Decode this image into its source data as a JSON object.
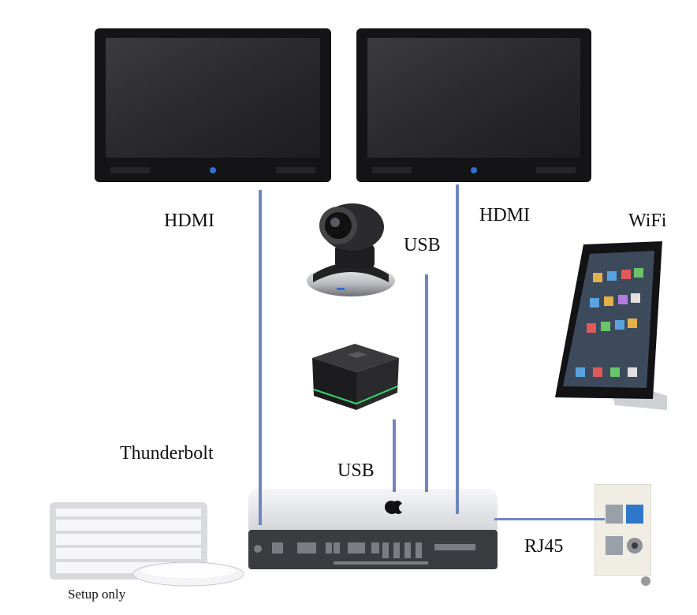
{
  "labels": {
    "hdmi_left": "HDMI",
    "hdmi_right": "HDMI",
    "usb_camera": "USB",
    "usb_speaker": "USB",
    "thunderbolt": "Thunderbolt",
    "wifi": "WiFi",
    "rj45": "RJ45",
    "setup_only": "Setup only"
  },
  "colors": {
    "wire": "#6f86bf",
    "screen_frame": "#1a1a1c",
    "mini_body": "#dadbdf"
  }
}
